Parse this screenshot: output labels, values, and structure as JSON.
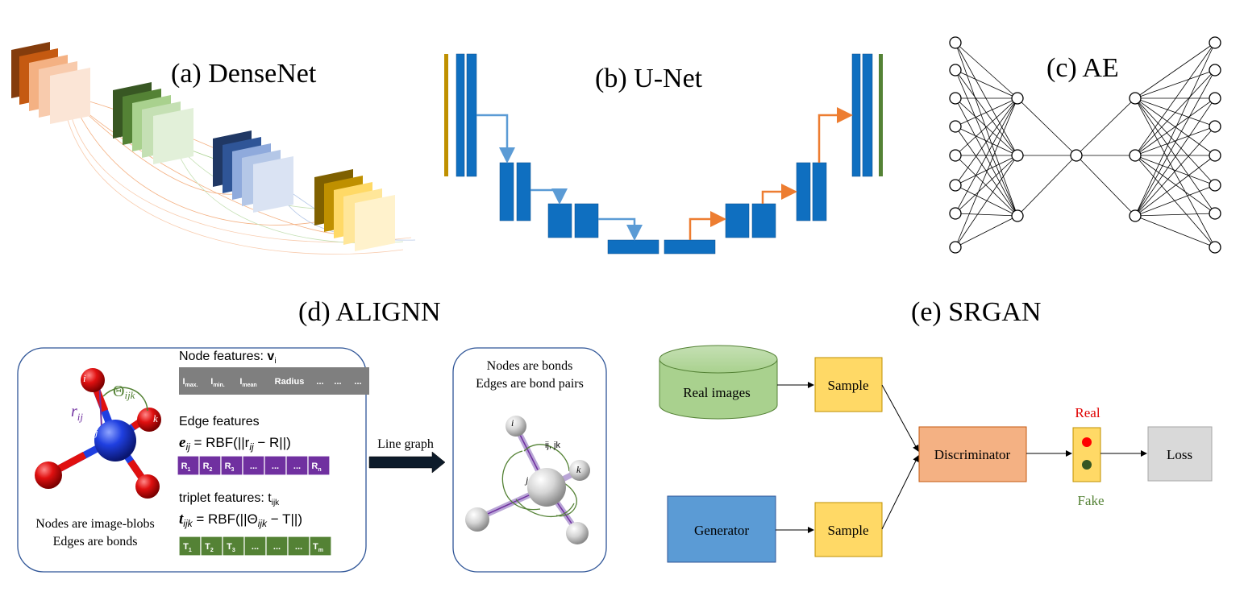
{
  "panels": {
    "densenet": {
      "title": "(a) DenseNet"
    },
    "unet": {
      "title": "(b) U-Net"
    },
    "ae": {
      "title": "(c) AE"
    },
    "alignn": {
      "title": "(d) ALIGNN",
      "left_caption_1": "Nodes are image-blobs",
      "left_caption_2": "Edges are bonds",
      "node_features_label": "Node features: ",
      "node_features_symbol": "v",
      "node_features_sub": "i",
      "node_feature_cells": [
        "I",
        "I",
        "I",
        "Radius",
        "...",
        "...",
        "..."
      ],
      "node_feature_subs": [
        "max.",
        "min.",
        "mean",
        "",
        "",
        "",
        ""
      ],
      "edge_features_label": "Edge features",
      "edge_formula": "e",
      "edge_formula_sub": "ij",
      "edge_formula_rest": " = RBF(||r",
      "edge_formula_sub2": "ij",
      "edge_formula_end": " − R||)",
      "edge_feature_cells": [
        "R",
        "R",
        "R",
        "...",
        "...",
        "...",
        "R"
      ],
      "edge_feature_subs": [
        "1",
        "2",
        "3",
        "",
        "",
        "",
        "n"
      ],
      "triplet_features_label": "triplet features: t",
      "triplet_features_sub": "ijk",
      "triplet_formula": "t",
      "triplet_formula_sub": "ijk",
      "triplet_formula_rest": " = RBF(||Θ",
      "triplet_formula_sub2": "ijk",
      "triplet_formula_end": " − T||)",
      "triplet_feature_cells": [
        "T",
        "T",
        "T",
        "...",
        "...",
        "...",
        "T"
      ],
      "triplet_feature_subs": [
        "1",
        "2",
        "3",
        "",
        "",
        "",
        "m"
      ],
      "atom_labels": [
        "i",
        "j",
        "k"
      ],
      "r_label": "r",
      "r_sub": "ij",
      "theta_label": "Θ",
      "theta_sub": "ijk",
      "arrow_label": "Line graph",
      "right_caption_1": "Nodes are bonds",
      "right_caption_2": "Edges are bond pairs",
      "right_atom_labels": [
        "i",
        "j",
        "k"
      ],
      "pair_label": "ij, jk"
    },
    "srgan": {
      "title": "(e) SRGAN",
      "real_images": "Real images",
      "generator": "Generator",
      "sample_top": "Sample",
      "sample_bottom": "Sample",
      "discriminator": "Discriminator",
      "real_label": "Real",
      "fake_label": "Fake",
      "loss": "Loss"
    }
  },
  "colors": {
    "unet_blue": "#0f6fc0",
    "unet_light_arrow": "#5b9bd5",
    "unet_orange": "#ed7d31",
    "unet_left_bar": "#bf9000",
    "unet_right_bar": "#548235",
    "feature_gray": "#7f7f7f",
    "feature_purple": "#7030a0",
    "feature_green": "#548235",
    "real_images_fill": "#a9d18e",
    "generator_fill": "#5b9bd5",
    "sample_fill": "#ffd966",
    "discriminator_fill": "#f4b183",
    "loss_fill": "#d9d9d9",
    "real_dot": "#ff0000",
    "fake_dot": "#375623",
    "panel_border": "#2f5597"
  }
}
